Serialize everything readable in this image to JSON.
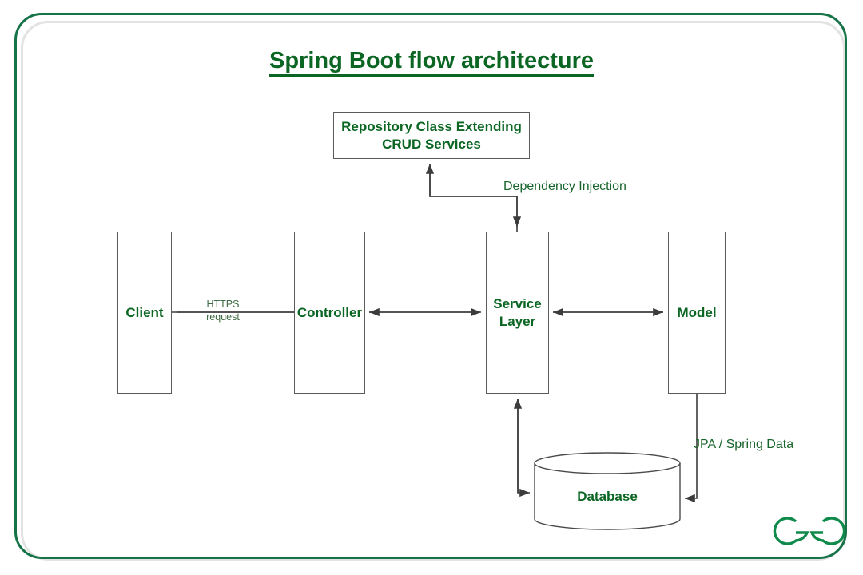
{
  "page": {
    "title": "Spring Boot flow architecture",
    "brand_color": "#0b6623",
    "frame_color": "#157347",
    "edge_color": "#3c3c3c",
    "node_border_color": "#5b5b5b",
    "logo_name": "geeksforgeeks-logo"
  },
  "nodes": {
    "repository": {
      "label": "Repository Class Extending\nCRUD Services",
      "line1": "Repository Class Extending",
      "line2": "CRUD Services"
    },
    "client": {
      "label": "Client"
    },
    "controller": {
      "label": "Controller"
    },
    "service": {
      "line1": "Service",
      "line2": "Layer"
    },
    "model": {
      "label": "Model"
    },
    "database": {
      "label": "Database"
    }
  },
  "edges": [
    {
      "name": "client-controller",
      "line1": "HTTPS",
      "line2": "request",
      "direction": "bidirectional"
    },
    {
      "name": "controller-service",
      "label": "",
      "direction": "bidirectional"
    },
    {
      "name": "service-model",
      "label": "",
      "direction": "bidirectional"
    },
    {
      "name": "service-repository",
      "label": "Dependency Injection",
      "direction": "bidirectional"
    },
    {
      "name": "service-database",
      "label": "",
      "direction": "bidirectional"
    },
    {
      "name": "model-database",
      "label": "JPA / Spring Data",
      "direction": "unidirectional"
    }
  ],
  "labels": {
    "https_line1": "HTTPS",
    "https_line2": "request",
    "dependency_injection": "Dependency Injection",
    "jpa_spring_data": "JPA / Spring Data"
  }
}
